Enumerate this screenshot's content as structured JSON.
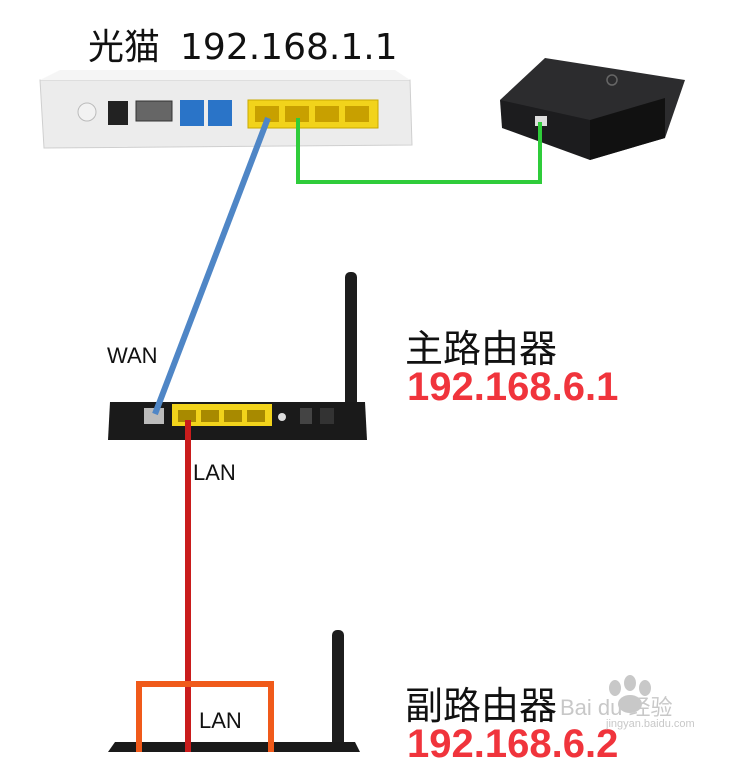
{
  "modem": {
    "name": "光猫",
    "ip": "192.168.1.1"
  },
  "main_router": {
    "name": "主路由器",
    "ip": "192.168.6.1",
    "ip_color": "#f0343c"
  },
  "sub_router": {
    "name": "副路由器",
    "ip": "192.168.6.2",
    "ip_color": "#f0343c"
  },
  "labels": {
    "wan": "WAN",
    "lan_main": "LAN",
    "lan_sub": "LAN"
  },
  "watermark": {
    "text": "Bai du 经验",
    "subtext": "jingyan.baidu.com"
  },
  "colors": {
    "cable_wan": "#4f86c6",
    "cable_lan": "#c91c1c",
    "cable_stb": "#2fcc3a",
    "highlight_box": "#f05a1a",
    "port_yellow": "#f2d31b",
    "port_blue": "#2a74c8"
  }
}
